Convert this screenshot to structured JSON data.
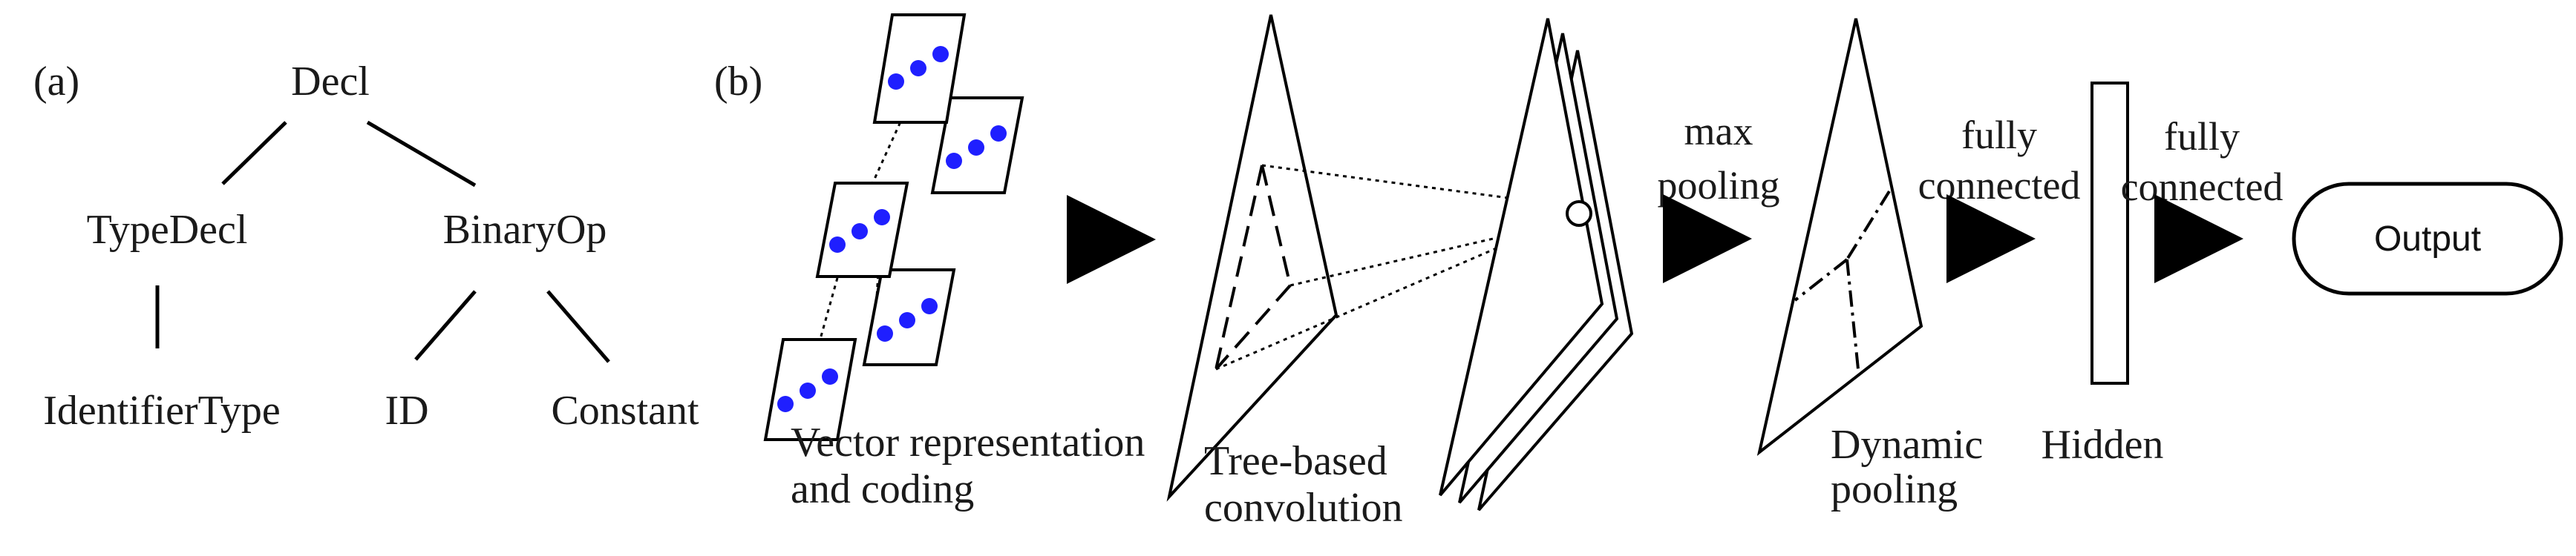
{
  "panel_a": {
    "label": "(a)",
    "nodes": {
      "decl": "Decl",
      "type_decl": "TypeDecl",
      "binary_op": "BinaryOp",
      "identifier_type": "IdentifierType",
      "id": "ID",
      "constant": "Constant"
    }
  },
  "panel_b": {
    "label": "(b)",
    "stages": {
      "vector_line1": "Vector representation",
      "vector_line2": "and coding",
      "tree_conv_line1": "Tree-based",
      "tree_conv_line2": "convolution",
      "max_pool_line1": "max",
      "max_pool_line2": "pooling",
      "dyn_pool_line1": "Dynamic",
      "dyn_pool_line2": "pooling",
      "fc1_line1": "fully",
      "fc1_line2": "connected",
      "hidden": "Hidden",
      "fc2_line1": "fully",
      "fc2_line2": "connected",
      "output": "Output"
    },
    "colors": {
      "dot": "#1f1fff",
      "line": "#000000"
    }
  }
}
